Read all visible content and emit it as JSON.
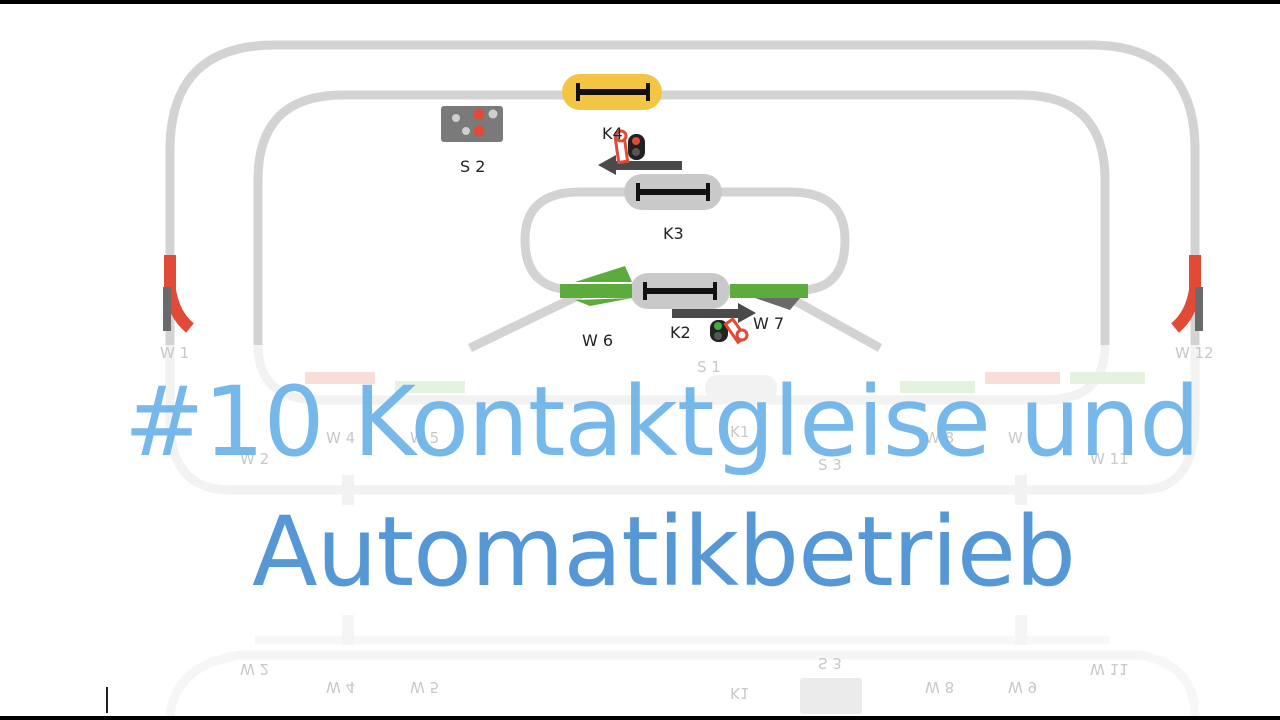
{
  "layout_labels": {
    "signal": "S 2",
    "k4": "K4",
    "k3": "K3",
    "k2": "K2",
    "w6": "W 6",
    "w7": "W 7"
  },
  "ghost_labels": {
    "w1": "W 1",
    "w12": "W 12",
    "s1": "S 1",
    "w4": "W 4",
    "w5": "W 5",
    "k1": "K1",
    "w8": "W 8",
    "w9": "W 9",
    "w2": "W 2",
    "s3": "S 3",
    "w11": "W 11"
  },
  "reflection_labels": {
    "w2": "W 2",
    "w4": "W 4",
    "w5": "W 5",
    "s3": "S 3",
    "k1": "K1",
    "w8": "W 8",
    "w9": "W 9",
    "w11": "W 11"
  },
  "title": {
    "line1": "#10 Kontaktgleise und",
    "line2": "Automatikbetrieb"
  },
  "colors": {
    "track": "#d3d3d3",
    "occupied": "#f4c542",
    "switch_straight": "#5cab3c",
    "switch_diverge": "#e04a36",
    "title_line1": "#6db3ea",
    "title_line2": "#4d93d4"
  }
}
